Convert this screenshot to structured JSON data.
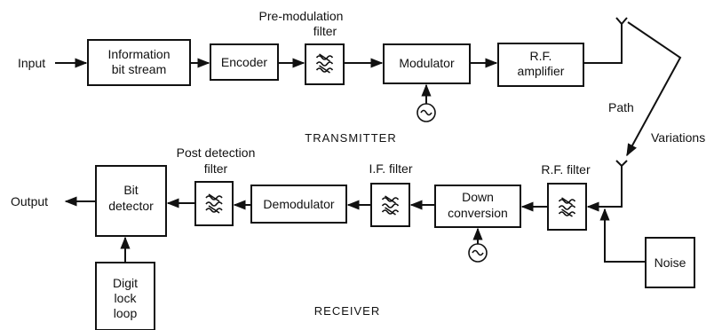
{
  "transmitter": {
    "input_label": "Input",
    "info_line1": "Information",
    "info_line2": "bit stream",
    "encoder": "Encoder",
    "premod_line1": "Pre-modulation",
    "premod_line2": "filter",
    "modulator": "Modulator",
    "rf_amp_line1": "R.F.",
    "rf_amp_line2": "amplifier",
    "section_label": "TRANSMITTER"
  },
  "path": {
    "label1": "Path",
    "label2": "Variations"
  },
  "receiver": {
    "output_label": "Output",
    "bit_line1": "Bit",
    "bit_line2": "detector",
    "post_line1": "Post detection",
    "post_line2": "filter",
    "demodulator": "Demodulator",
    "if_filter": "I.F. filter",
    "down_line1": "Down",
    "down_line2": "conversion",
    "rf_filter": "R.F. filter",
    "noise": "Noise",
    "digit_line1": "Digit",
    "digit_line2": "lock",
    "digit_line3": "loop",
    "section_label": "RECEIVER"
  },
  "icons": [
    "filter-icon",
    "oscillator-icon",
    "antenna-icon"
  ]
}
